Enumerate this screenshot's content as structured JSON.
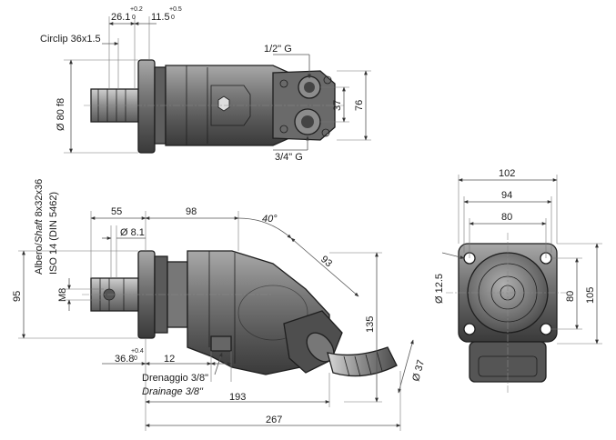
{
  "colors": {
    "body_dark": "#4a4a4a",
    "body_mid": "#6e6e6e",
    "body_light": "#9a9a9a",
    "highlight": "#c8c8c8",
    "line": "#1e1e1e",
    "dimension": "#555555"
  },
  "top_view": {
    "dim_26_1": "26.1",
    "dim_26_1_tol_upper": "+0.2",
    "dim_26_1_tol_lower": "0",
    "dim_11_5": "11.5",
    "dim_11_5_tol_upper": "+0.5",
    "dim_11_5_tol_lower": "0",
    "circlip": "Circlip 36x1.5",
    "port_top": "1/2\" G",
    "port_bottom": "3/4\" G",
    "dim_shaft_dia": "Ø 80 f8",
    "dim_37": "37",
    "dim_76": "76"
  },
  "side_view": {
    "shaft_label_line1_a": "Albero/",
    "shaft_label_line1_b": "Shaft",
    "shaft_label_line1_c": " 8x32x36",
    "shaft_label_line2": "ISO 14 (DIN 5462)",
    "dim_55": "55",
    "dim_98": "98",
    "dim_angle": "40°",
    "dim_8_1": "Ø 8.1",
    "dim_93": "93",
    "dim_95": "95",
    "thread_m8": "M8",
    "dim_135": "135",
    "dim_36_8": "36.8",
    "dim_36_8_tol_upper": "+0.4",
    "dim_36_8_tol_lower": "0",
    "dim_12": "12",
    "drain_it": "Drenaggio 3/8\"",
    "drain_en": "Drainage 3/8\"",
    "dim_193": "193",
    "dim_dia37": "Ø 37",
    "dim_267": "267"
  },
  "front_view": {
    "dim_102": "102",
    "dim_94": "94",
    "dim_80_top": "80",
    "dim_12_5": "Ø 12.5",
    "dim_80_right": "80",
    "dim_105": "105"
  }
}
